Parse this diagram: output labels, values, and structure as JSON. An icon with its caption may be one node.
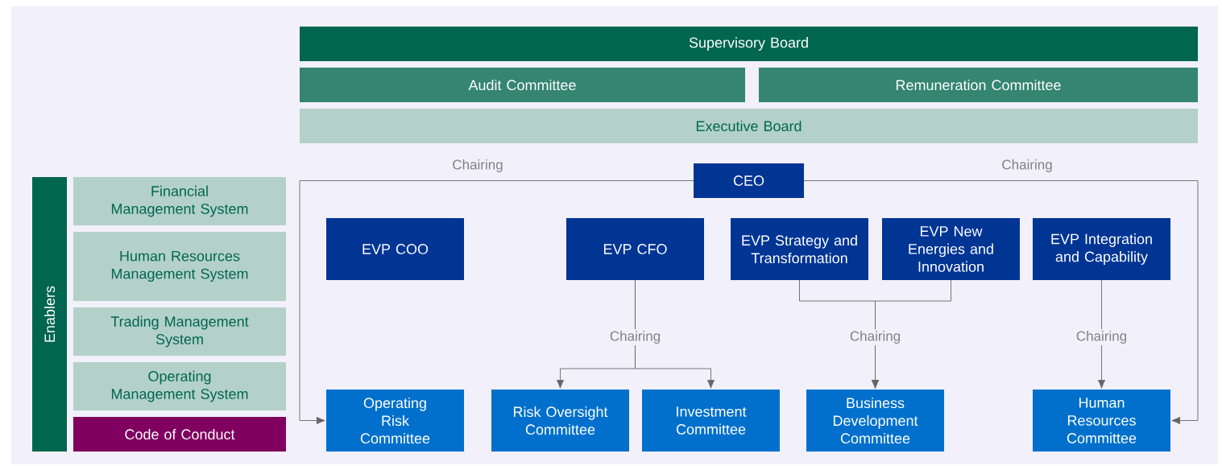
{
  "diagram": {
    "nodes": [
      {
        "text": [
          "Supervisory Board"
        ]
      },
      {
        "text": [
          "Audit Committee"
        ]
      },
      {
        "text": [
          "Remuneration Committee"
        ]
      },
      {
        "text": [
          "Executive Board"
        ]
      },
      {
        "text": [
          "Enablers"
        ]
      },
      {
        "text": [
          "Financial Management System"
        ]
      },
      {
        "text": [
          "Human Resources Management System"
        ]
      },
      {
        "text": [
          "Trading Management System"
        ]
      },
      {
        "text": [
          "Operating Management System"
        ]
      },
      {
        "text": [
          "Code of Conduct"
        ]
      },
      {
        "text": [
          "CEO"
        ]
      },
      {
        "text": [
          "EVP COO"
        ]
      },
      {
        "text": [
          "EVP CFO"
        ]
      },
      {
        "text": [
          "EVP Strategy and Transformation"
        ]
      },
      {
        "text": [
          "EVP New Energies and Innovation"
        ]
      },
      {
        "text": [
          "EVP Integration and Capability"
        ]
      },
      {
        "text": [
          "Operating Risk Committee"
        ]
      },
      {
        "text": [
          "Risk Oversight Committee"
        ]
      },
      {
        "text": [
          "Investment Committee"
        ]
      },
      {
        "text": [
          "Business Development Committee"
        ]
      },
      {
        "text": [
          "Human Resources Committee"
        ]
      }
    ],
    "edges": [
      {
        "from": 10,
        "to": 16,
        "arrow": "to",
        "label": "Chairing"
      },
      {
        "from": 10,
        "to": 20,
        "arrow": "to",
        "label": "Chairing"
      },
      {
        "from": 12,
        "to": 17,
        "arrow": "to",
        "label": "Chairing"
      },
      {
        "from": 12,
        "to": 18,
        "arrow": "to"
      },
      {
        "from": 13,
        "to": 19,
        "arrow": "to",
        "label": "Chairing"
      },
      {
        "from": 14,
        "to": 19,
        "arrow": "to"
      },
      {
        "from": 15,
        "to": 20,
        "arrow": "to",
        "label": "Chairing"
      }
    ]
  }
}
